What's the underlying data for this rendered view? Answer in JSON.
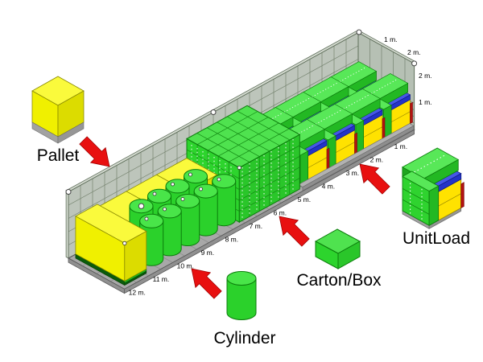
{
  "diagram": {
    "type": "isometric-container-loading",
    "description_items": [
      "Pallet",
      "Cylinder",
      "Carton/Box",
      "UnitLoad"
    ]
  },
  "legend": {
    "items": [
      {
        "id": "pallet",
        "label": "Pallet"
      },
      {
        "id": "cylinder",
        "label": "Cylinder"
      },
      {
        "id": "carton_box",
        "label": "Carton/Box"
      },
      {
        "id": "unit_load",
        "label": "UnitLoad"
      }
    ]
  },
  "dimension_labels": {
    "floor": [
      "1 m.",
      "2 m.",
      "3 m.",
      "4 m.",
      "5 m.",
      "6 m.",
      "7 m.",
      "8 m.",
      "9 m.",
      "10 m.",
      "11 m.",
      "12 m."
    ],
    "width_top": [
      "1 m.",
      "2 m."
    ],
    "height_right": [
      "2 m.",
      "1 m."
    ]
  },
  "colors": {
    "arrow": "#E81010",
    "pallet_yellow": "#F0F000",
    "item_green": "#2DD12D",
    "slab_blue": "#2433C8",
    "accent_red": "#B51212",
    "wall_gray_green": "#BDC5BB",
    "floor_gray": "#A8A8A8"
  }
}
